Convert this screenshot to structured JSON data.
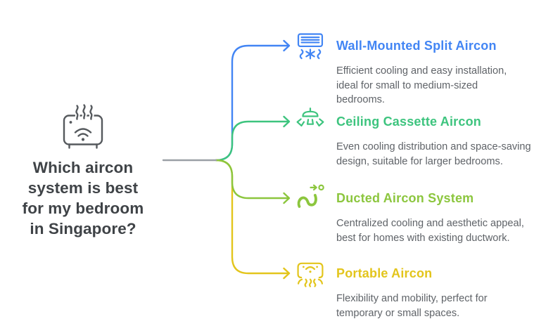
{
  "question": {
    "lines": [
      "Which aircon",
      "system is best",
      "for my bedroom",
      "in Singapore?"
    ],
    "text_color": "#3f4347",
    "icon": "aircon-device-heat-wifi-icon",
    "icon_color": "#55595d"
  },
  "connectors": {
    "trunk_color": "#9aa0a6"
  },
  "desc_color": "#5f6368",
  "items": [
    {
      "title": "Wall-Mounted Split Aircon",
      "color": "#4285f4",
      "icon": "wall-mounted-split-aircon-icon",
      "desc_lines": [
        "Efficient cooling and easy installation,",
        "ideal for small to medium-sized",
        "bedrooms."
      ]
    },
    {
      "title": "Ceiling Cassette Aircon",
      "color": "#3dc47e",
      "icon": "ceiling-cassette-aircon-icon",
      "desc_lines": [
        "Even cooling distribution and space-saving",
        "design, suitable for larger bedrooms."
      ]
    },
    {
      "title": "Ducted Aircon System",
      "color": "#8cc63e",
      "icon": "ducted-aircon-system-icon",
      "desc_lines": [
        "Centralized cooling and aesthetic appeal,",
        "best for homes with existing ductwork."
      ]
    },
    {
      "title": "Portable Aircon",
      "color": "#e3c51c",
      "icon": "portable-aircon-icon",
      "desc_lines": [
        "Flexibility and mobility, perfect for",
        "temporary or small spaces."
      ]
    }
  ]
}
